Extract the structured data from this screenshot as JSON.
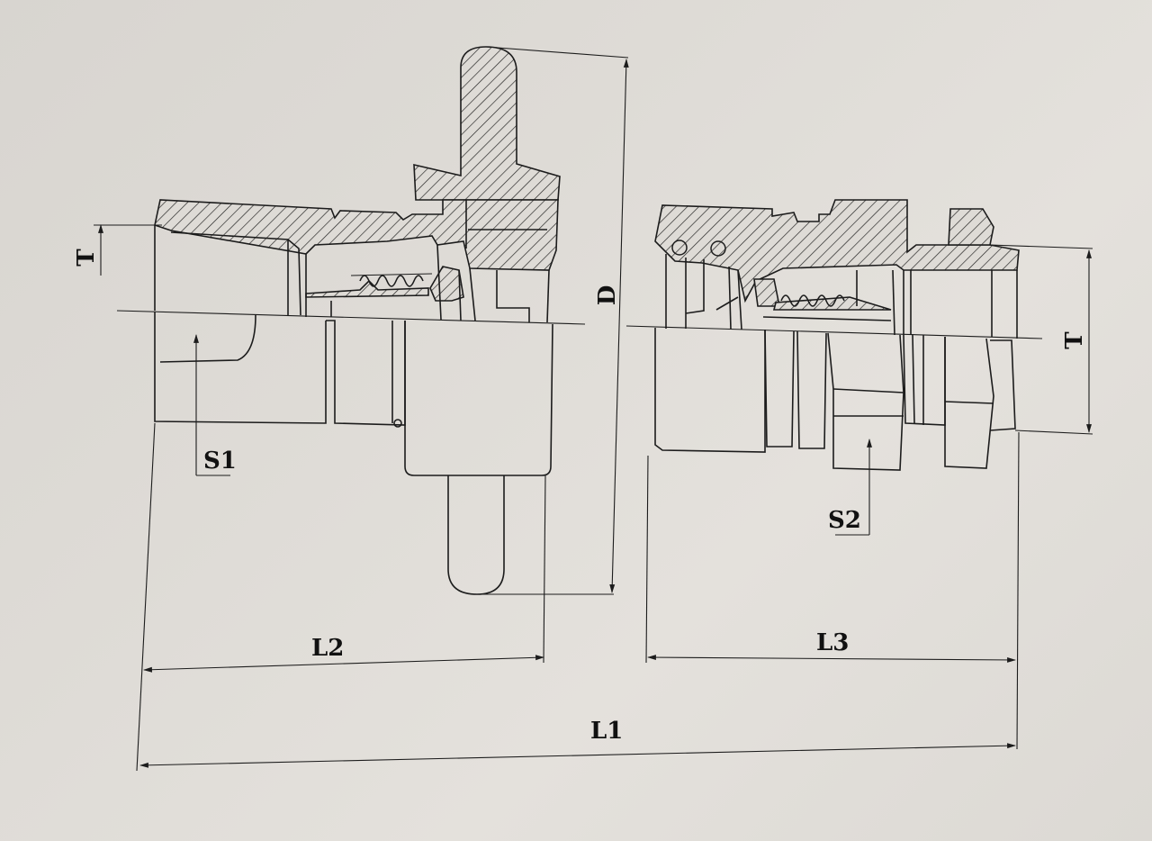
{
  "labels": {
    "T_left": "T",
    "T_right": "T",
    "D": "D",
    "S1": "S1",
    "S2": "S2",
    "L1": "L1",
    "L2": "L2",
    "L3": "L3"
  },
  "colors": {
    "paper": "#dedbd6",
    "ink": "#1c1c1c"
  }
}
